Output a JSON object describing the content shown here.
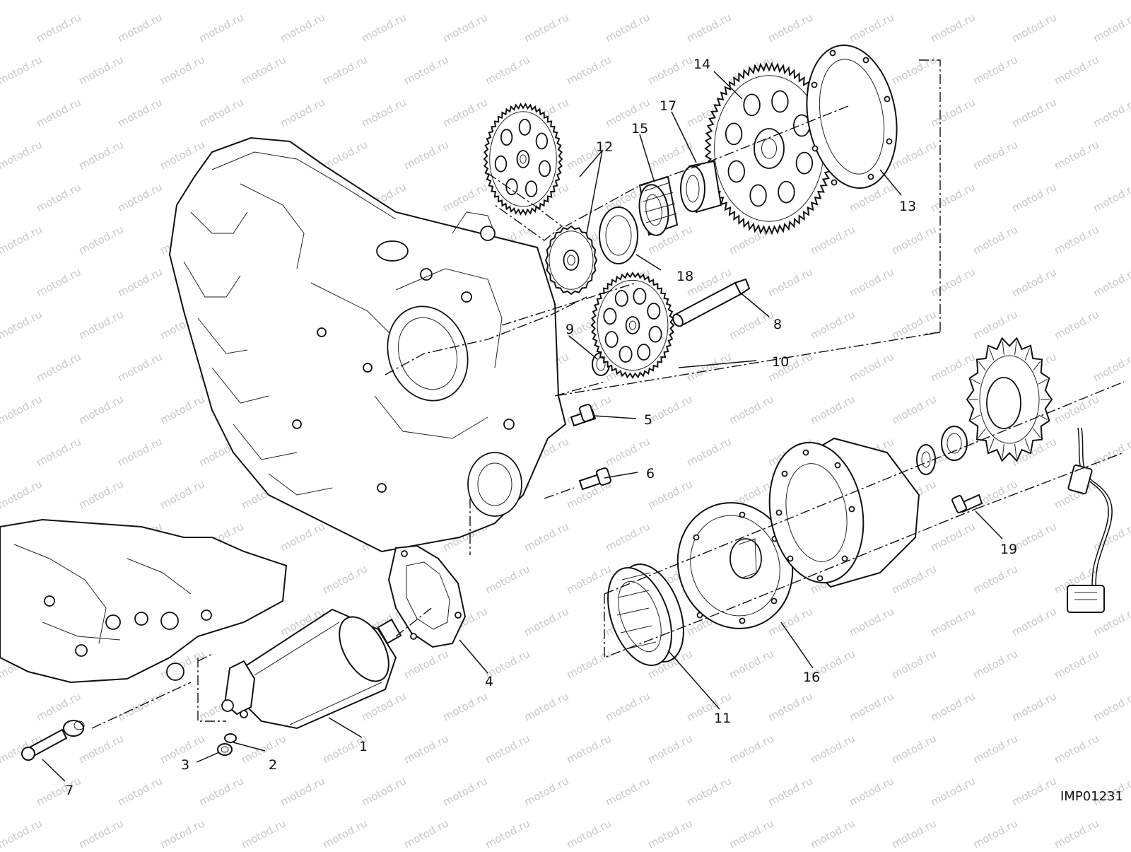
{
  "watermark": {
    "text": "motod.ru"
  },
  "drawing_code": "IMP01231",
  "callouts": [
    {
      "id": "callout-1",
      "label": "1"
    },
    {
      "id": "callout-2",
      "label": "2"
    },
    {
      "id": "callout-3",
      "label": "3"
    },
    {
      "id": "callout-4",
      "label": "4"
    },
    {
      "id": "callout-5",
      "label": "5"
    },
    {
      "id": "callout-6",
      "label": "6"
    },
    {
      "id": "callout-7",
      "label": "7"
    },
    {
      "id": "callout-8",
      "label": "8"
    },
    {
      "id": "callout-9",
      "label": "9"
    },
    {
      "id": "callout-10",
      "label": "10"
    },
    {
      "id": "callout-11",
      "label": "11"
    },
    {
      "id": "callout-12",
      "label": "12"
    },
    {
      "id": "callout-13",
      "label": "13"
    },
    {
      "id": "callout-14",
      "label": "14"
    },
    {
      "id": "callout-15",
      "label": "15"
    },
    {
      "id": "callout-16",
      "label": "16"
    },
    {
      "id": "callout-17",
      "label": "17"
    },
    {
      "id": "callout-18",
      "label": "18"
    },
    {
      "id": "callout-19",
      "label": "19"
    }
  ],
  "colors": {
    "line": "#111111",
    "watermark": "#c8c8c8",
    "background": "#ffffff"
  }
}
